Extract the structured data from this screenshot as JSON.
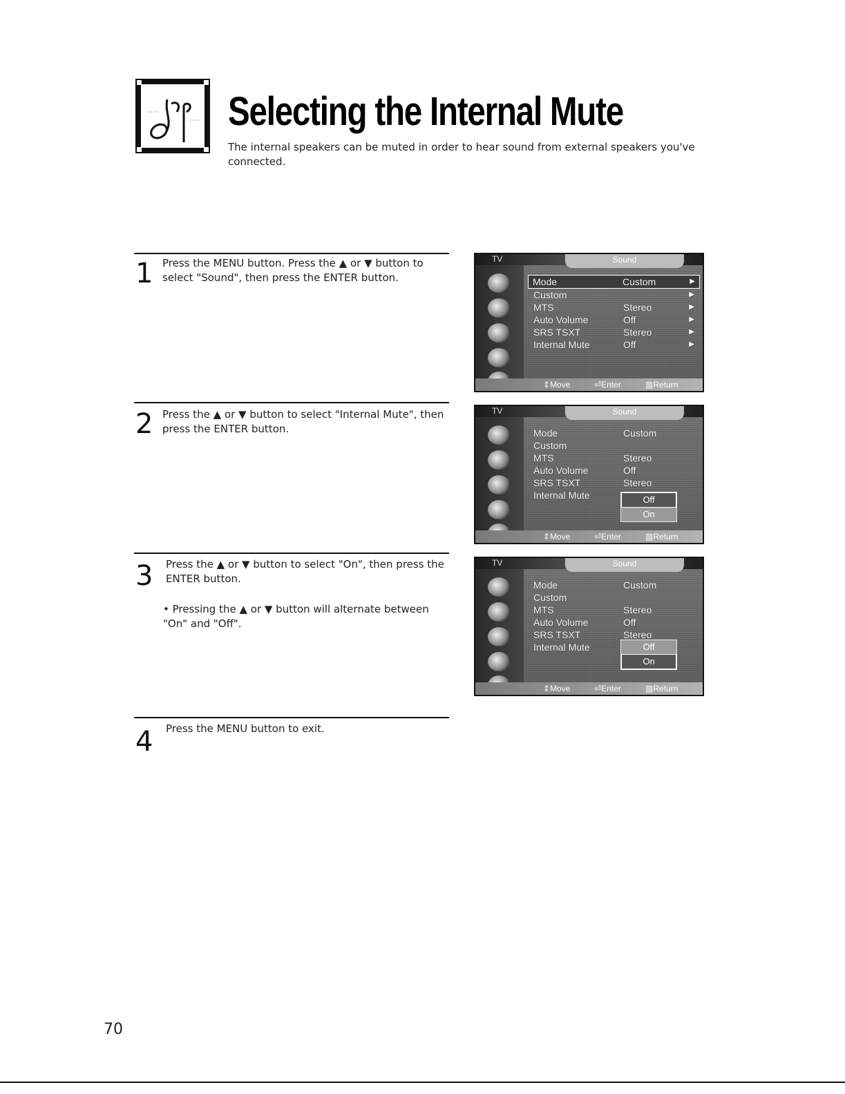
{
  "header": {
    "title": "Selecting the Internal Mute",
    "intro": "The internal speakers can be muted in order to hear sound from external speakers you've connected."
  },
  "steps": [
    {
      "number": "1",
      "text": "Press the MENU button. Press the ▲ or ▼ button to select \"Sound\", then press the ENTER button."
    },
    {
      "number": "2",
      "text": "Press the ▲ or ▼ button to select \"Internal Mute\", then press the ENTER button."
    },
    {
      "number": "3",
      "text": "Press the ▲ or ▼ button to select \"On\", then press the ENTER button.",
      "bullet": "• Pressing the ▲ or ▼ button will alternate between \"On\" and \"Off\"."
    },
    {
      "number": "4",
      "text": "Press the MENU button to exit."
    }
  ],
  "menu": {
    "tv_label": "TV",
    "tab_title": "Sound",
    "items": [
      {
        "label": "Mode",
        "value": "Custom"
      },
      {
        "label": "Custom",
        "value": ""
      },
      {
        "label": "MTS",
        "value": "Stereo"
      },
      {
        "label": "Auto Volume",
        "value": "Off"
      },
      {
        "label": "SRS TSXT",
        "value": "Stereo"
      },
      {
        "label": "Internal Mute",
        "value": "Off"
      }
    ],
    "popup_options": [
      "Off",
      "On"
    ],
    "footer": {
      "move": "Move",
      "enter": "Enter",
      "return": "Return"
    }
  },
  "page_number": "70"
}
